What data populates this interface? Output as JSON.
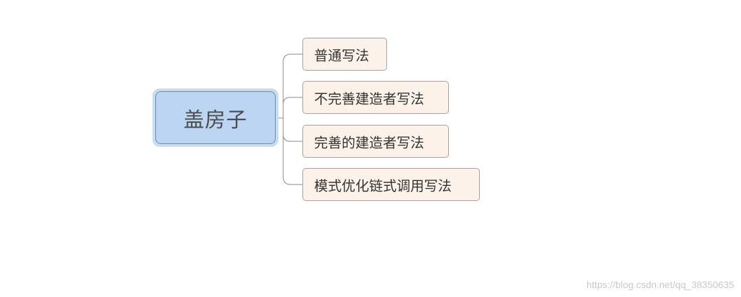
{
  "diagram": {
    "type": "mind-map",
    "root": {
      "label": "盖房子"
    },
    "children": [
      {
        "label": "普通写法"
      },
      {
        "label": "不完善建造者写法"
      },
      {
        "label": "完善的建造者写法"
      },
      {
        "label": "模式优化链式调用写法"
      }
    ],
    "colors": {
      "root_fill": "#bcd5f2",
      "root_border": "#6b89ad",
      "root_halo": "#c9dcef",
      "child_fill": "#fdf2ea",
      "child_border": "#a89f99",
      "connector": "#8a8a8a"
    }
  },
  "watermark": {
    "text": "https://blog.csdn.net/qq_38350635"
  }
}
